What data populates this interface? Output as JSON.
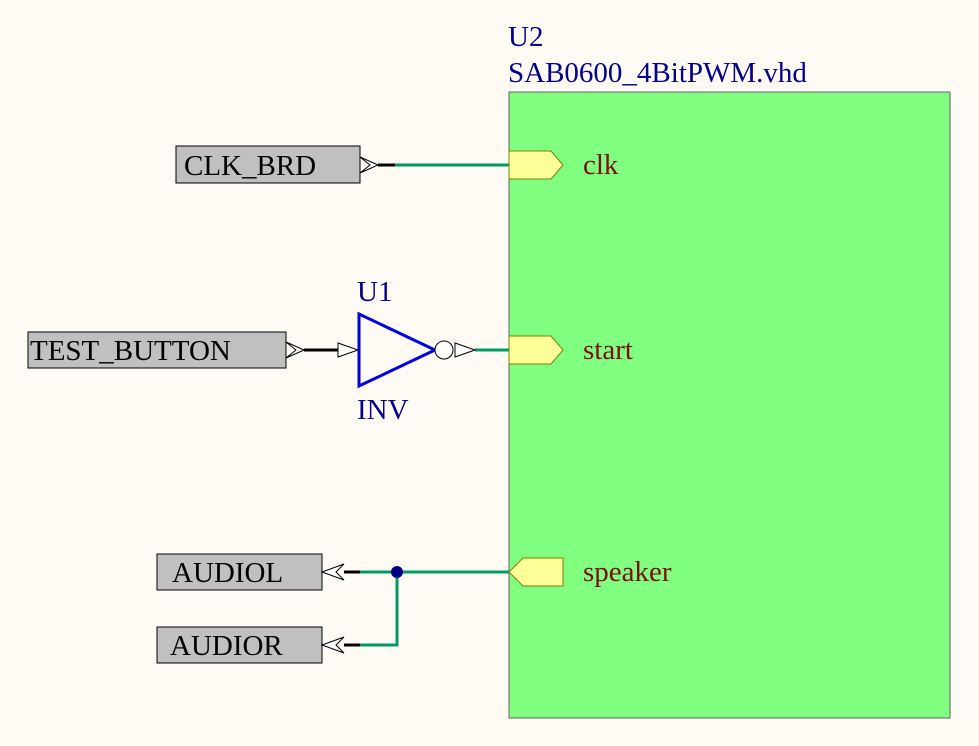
{
  "component": {
    "reference": "U2",
    "filename": "SAB0600_4BitPWM.vhd",
    "body_color": "#80ff80",
    "pins": [
      {
        "name": "clk"
      },
      {
        "name": "start"
      },
      {
        "name": "speaker"
      }
    ]
  },
  "inverter": {
    "reference": "U1",
    "type": "INV",
    "color": "#0000dd"
  },
  "ports": {
    "clk_brd": "CLK_BRD",
    "test_button": "TEST_BUTTON",
    "audiol": "AUDIOL",
    "audior": "AUDIOR"
  },
  "colors": {
    "wire": "#009966",
    "junction": "#000080",
    "pin_fill": "#ffff99",
    "port_fill": "#c0c0c0",
    "background": "#fffbf4"
  }
}
